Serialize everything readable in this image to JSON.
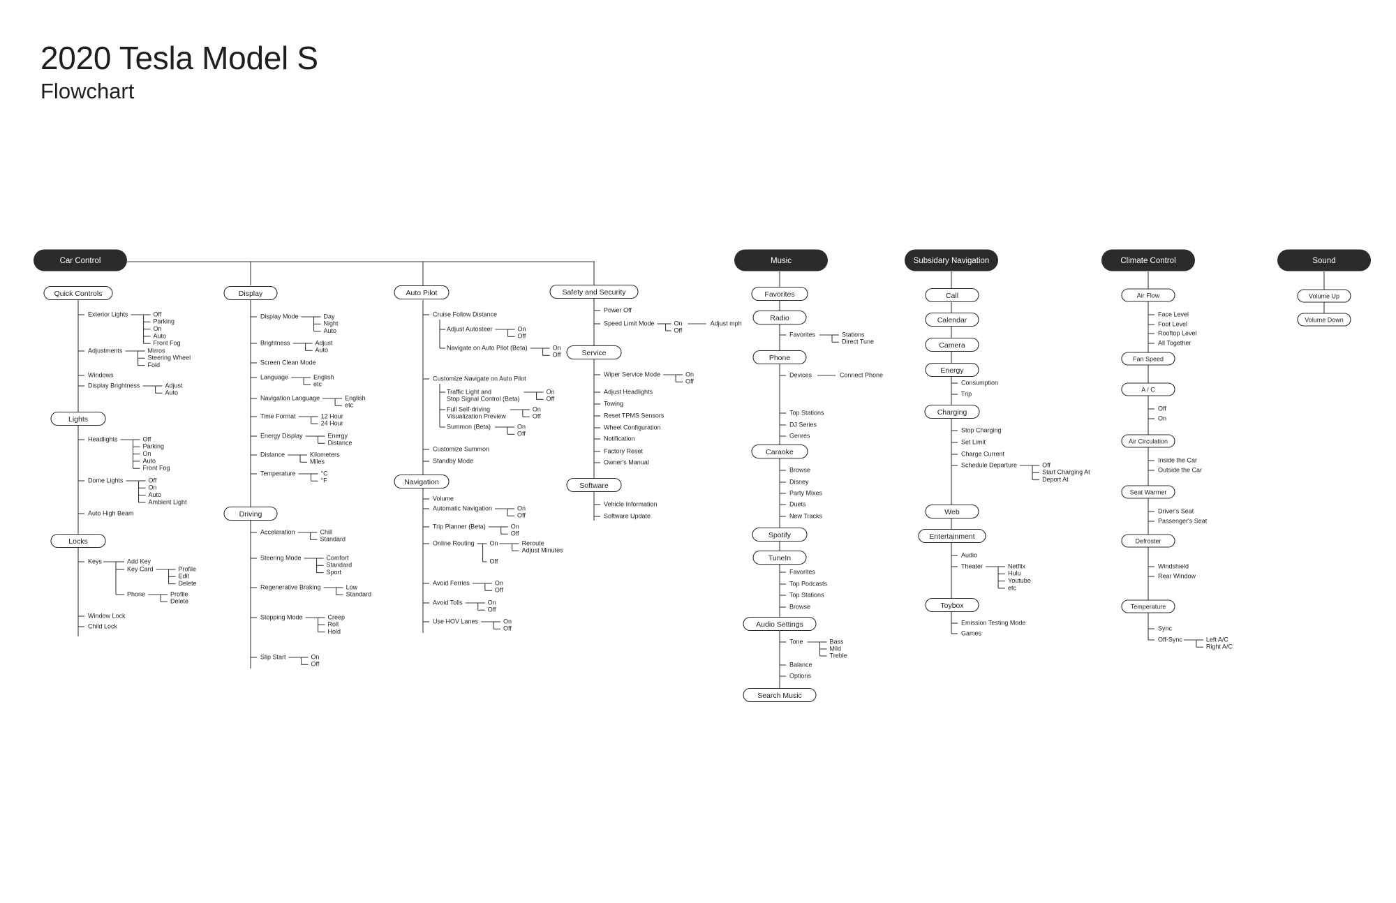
{
  "header": {
    "title": "2020 Tesla Model S",
    "subtitle": "Flowchart"
  },
  "roots": [
    {
      "id": "car-control",
      "label": "Car Control"
    },
    {
      "id": "music",
      "label": "Music"
    },
    {
      "id": "subsidary-navigation",
      "label": "Subsidary Navigation"
    },
    {
      "id": "climate-control",
      "label": "Climate Control"
    },
    {
      "id": "sound",
      "label": "Sound"
    }
  ],
  "car_control": {
    "quick_controls": {
      "label": "Quick Controls",
      "items": [
        {
          "label": "Exterior Lights",
          "options": [
            "Off",
            "Parking",
            "On",
            "Auto",
            "Front Fog"
          ]
        },
        {
          "label": "Adjustments",
          "options": [
            "Mirros",
            "Steering Wheel",
            "Fold"
          ]
        },
        {
          "label": "Windows",
          "options": []
        },
        {
          "label": "Display Brightness",
          "options": [
            "Adjust",
            "Auto"
          ]
        }
      ]
    },
    "lights": {
      "label": "Lights",
      "items": [
        {
          "label": "Headlights",
          "options": [
            "Off",
            "Parking",
            "On",
            "Auto",
            "Front Fog"
          ]
        },
        {
          "label": "Dome Lights",
          "options": [
            "Off",
            "On",
            "Auto",
            "Ambient Light"
          ]
        },
        {
          "label": "Auto High Beam",
          "options": []
        }
      ]
    },
    "locks": {
      "label": "Locks",
      "keys_label": "Keys",
      "add_key": "Add Key",
      "key_card": {
        "label": "Key Card",
        "options": [
          "Profile",
          "Edit",
          "Delete"
        ]
      },
      "phone": {
        "label": "Phone",
        "options": [
          "Profile",
          "Delete"
        ]
      },
      "items": [
        "Window Lock",
        "Child Lock"
      ]
    },
    "display": {
      "label": "Display",
      "items": [
        {
          "label": "Display Mode",
          "options": [
            "Day",
            "Night",
            "Auto"
          ]
        },
        {
          "label": "Brightness",
          "options": [
            "Adjust",
            "Auto"
          ]
        },
        {
          "label": "Screen Clean Mode",
          "options": []
        },
        {
          "label": "Language",
          "options": [
            "English",
            "etc"
          ]
        },
        {
          "label": "Navigation Language",
          "options": [
            "English",
            "etc"
          ]
        },
        {
          "label": "Time Format",
          "options": [
            "12 Hour",
            "24 Hour"
          ]
        },
        {
          "label": "Energy Display",
          "options": [
            "Energy",
            "Distance"
          ]
        },
        {
          "label": "Distance",
          "options": [
            "Kilometers",
            "Miles"
          ]
        },
        {
          "label": "Temperature",
          "options": [
            "°C",
            "°F"
          ]
        }
      ]
    },
    "driving": {
      "label": "Driving",
      "items": [
        {
          "label": "Acceleration",
          "options": [
            "Chill",
            "Standard"
          ]
        },
        {
          "label": "Steering Mode",
          "options": [
            "Comfort",
            "Standard",
            "Sport"
          ]
        },
        {
          "label": "Regenerative Braking",
          "options": [
            "Low",
            "Standard"
          ]
        },
        {
          "label": "Stopping Mode",
          "options": [
            "Creep",
            "Roll",
            "Hold"
          ]
        },
        {
          "label": "Slip Start",
          "options": [
            "On",
            "Off"
          ]
        }
      ]
    },
    "auto_pilot": {
      "label": "Auto Pilot",
      "cruise": "Cruise Follow Distance",
      "cruise_items": [
        {
          "label": "Adjust Autosteer",
          "options": [
            "On",
            "Off"
          ]
        },
        {
          "label": "Navigate on Auto Pilot (Beta)",
          "options": [
            "On",
            "Off"
          ]
        }
      ],
      "customize": "Customize Navigate on Auto Pilot",
      "customize_items": [
        {
          "label": [
            "Traffic Light and",
            "Stop Signal Control (Beta)"
          ],
          "options": [
            "On",
            "Off"
          ]
        },
        {
          "label": [
            "Full Self-driving",
            "Visualization Preview"
          ],
          "options": [
            "On",
            "Off"
          ]
        },
        {
          "label": [
            "Summon (Beta)"
          ],
          "options": [
            "On",
            "Off"
          ]
        }
      ],
      "items": [
        "Customize Summon",
        "Standby Mode"
      ]
    },
    "navigation": {
      "label": "Navigation",
      "volume": "Volume",
      "items": [
        {
          "label": "Automatic Navigation",
          "options": [
            "On",
            "Off"
          ]
        },
        {
          "label": "Trip Planner (Beta)",
          "options": [
            "On",
            "Off"
          ]
        }
      ],
      "online_routing": {
        "label": "Online Routing",
        "on": "On",
        "on_options": [
          "Reroute",
          "Adjust Minutes"
        ],
        "off": "Off"
      },
      "items2": [
        {
          "label": "Avoid Ferries",
          "options": [
            "On",
            "Off"
          ]
        },
        {
          "label": "Avoid Tolls",
          "options": [
            "On",
            "Off"
          ]
        },
        {
          "label": "Use HOV Lanes",
          "options": [
            "On",
            "Off"
          ]
        }
      ]
    },
    "safety": {
      "label": "Safety and Security",
      "power_off": "Power Off",
      "speed_limit": {
        "label": "Speed Limit Mode",
        "options": [
          "On",
          "Off"
        ],
        "extra": "Adjust mph"
      }
    },
    "service": {
      "label": "Service",
      "wiper": {
        "label": "Wiper Service Mode",
        "options": [
          "On",
          "Off"
        ]
      },
      "items": [
        "Adjust Headlights",
        "Towing",
        "Reset TPMS Sensors",
        "Wheel Configuration",
        "Notification",
        "Factory Reset",
        "Owner's Manual"
      ]
    },
    "software": {
      "label": "Software",
      "items": [
        "Vehicle Information",
        "Software Update"
      ]
    }
  },
  "music": {
    "favorites": "Favorites",
    "radio": {
      "label": "Radio",
      "favorites": "Favorites",
      "favorites_options": [
        "Stations",
        "Direct Tune"
      ]
    },
    "phone": {
      "label": "Phone",
      "devices": "Devices",
      "connect": "Connect Phone",
      "items": [
        "Top Stations",
        "DJ Series",
        "Genres"
      ]
    },
    "caraoke": {
      "label": "Caraoke",
      "items": [
        "Browse",
        "Disney",
        "Party Mixes",
        "Duets",
        "New Tracks"
      ]
    },
    "spotify": "Spotify",
    "tunein": {
      "label": "TuneIn",
      "items": [
        "Favorites",
        "Top Podcasts",
        "Top Stations",
        "Browse"
      ]
    },
    "audio_settings": {
      "label": "Audio Settings",
      "tone": "Tone",
      "tone_options": [
        "Bass",
        "Mild",
        "Treble"
      ],
      "items": [
        "Balance",
        "Options"
      ]
    },
    "search": "Search Music"
  },
  "subsidary": {
    "call": "Call",
    "calendar": "Calendar",
    "camera": "Camera",
    "energy": {
      "label": "Energy",
      "items": [
        "Consumption",
        "Trip"
      ]
    },
    "charging": {
      "label": "Charging",
      "items": [
        "Stop Charging",
        "Set Limit",
        "Charge Current"
      ],
      "schedule": "Schedule Departure",
      "schedule_options": [
        "Off",
        "Start Charging At",
        "Deport At"
      ]
    },
    "web": "Web",
    "entertainment": {
      "label": "Entertainment",
      "audio": "Audio",
      "theater": "Theater",
      "theater_options": [
        "Netflix",
        "Hulu",
        "Youtube",
        "etc"
      ]
    },
    "toybox": {
      "label": "Toybox",
      "items": [
        "Emission Testing Mode",
        "Games"
      ]
    }
  },
  "climate": {
    "air_flow": {
      "label": "Air Flow",
      "items": [
        "Face Level",
        "Foot Level",
        "Rooftop Level",
        "All Together"
      ]
    },
    "fan_speed": "Fan Speed",
    "ac": {
      "label": "A / C",
      "items": [
        "Off",
        "On"
      ]
    },
    "air_circulation": {
      "label": "Air Circulation",
      "items": [
        "Inside the Car",
        "Outside the Car"
      ]
    },
    "seat_warmer": {
      "label": "Seat Warmer",
      "items": [
        "Driver's Seat",
        "Passenger's Seat"
      ]
    },
    "defroster": {
      "label": "Defroster",
      "items": [
        "Windshield",
        "Rear Window"
      ]
    },
    "temperature": {
      "label": "Temperature",
      "sync": "Sync",
      "off_sync": "Off-Sync",
      "off_sync_options": [
        "Left A/C",
        "Right A/C"
      ]
    }
  },
  "sound": {
    "items": [
      "Volume Up",
      "Volume Down"
    ]
  },
  "colors": {
    "line": "#3a3a3a",
    "pill_dark": "#2b2b2b",
    "text": "#1e1e1e",
    "background": "#ffffff"
  }
}
